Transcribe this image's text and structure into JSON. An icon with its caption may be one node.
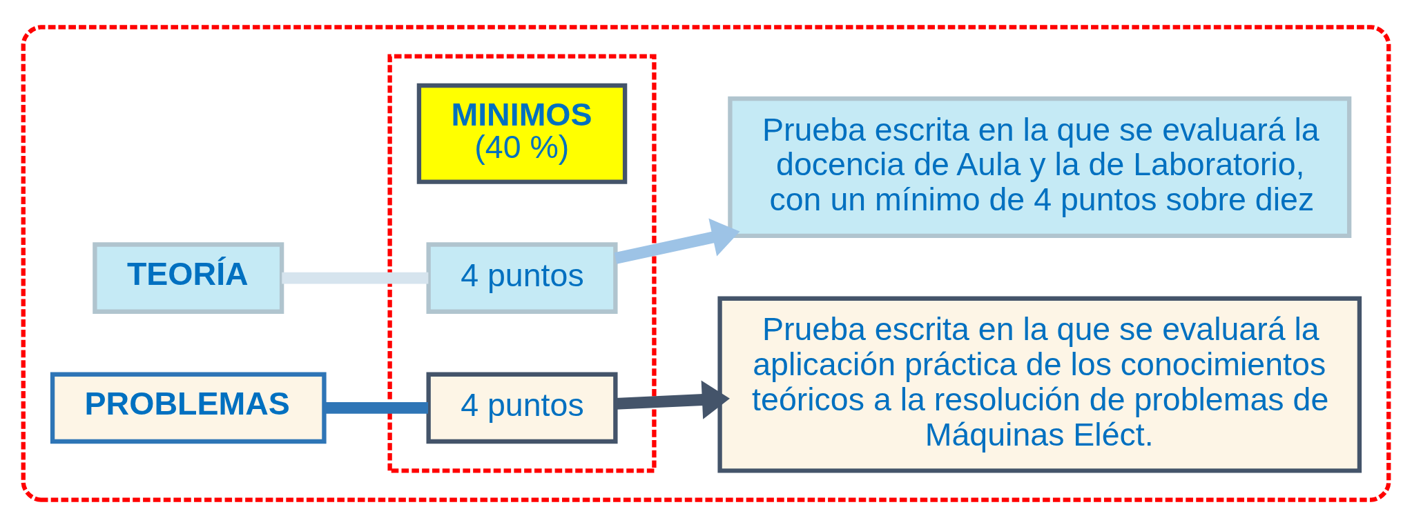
{
  "diagram": {
    "nodes": [
      {
        "text": [],
        "shape": "box"
      },
      {
        "text": [],
        "shape": "box",
        "in": 0
      },
      {
        "text": [
          "MINIMOS",
          "(40 %)"
        ],
        "in": 1
      },
      {
        "text": [
          "TEORÍA"
        ],
        "in": 0
      },
      {
        "text": [
          "4 puntos"
        ],
        "in": 1
      },
      {
        "text": [
          "Prueba escrita en la que se evaluará la docencia de Aula y la de Laboratorio, con un mínimo de 4 puntos sobre diez"
        ],
        "in": 0
      },
      {
        "text": [
          "PROBLEMAS"
        ],
        "in": 0
      },
      {
        "text": [
          "4 puntos"
        ],
        "in": 1
      },
      {
        "text": [
          "Prueba escrita en la que se evaluará la aplicación práctica de los conocimientos teóricos a la resolución de problemas de Máquinas Eléct."
        ],
        "in": 0
      }
    ],
    "edges": [
      {
        "from": 3,
        "to": 4,
        "arrow": "none",
        "color": "#d6e4ee"
      },
      {
        "from": 4,
        "to": 5,
        "arrow": "to",
        "color": "#9dc3e6"
      },
      {
        "from": 6,
        "to": 7,
        "arrow": "none",
        "color": "#2e75b6"
      },
      {
        "from": 7,
        "to": 8,
        "arrow": "to",
        "color": "#44546a"
      }
    ]
  }
}
